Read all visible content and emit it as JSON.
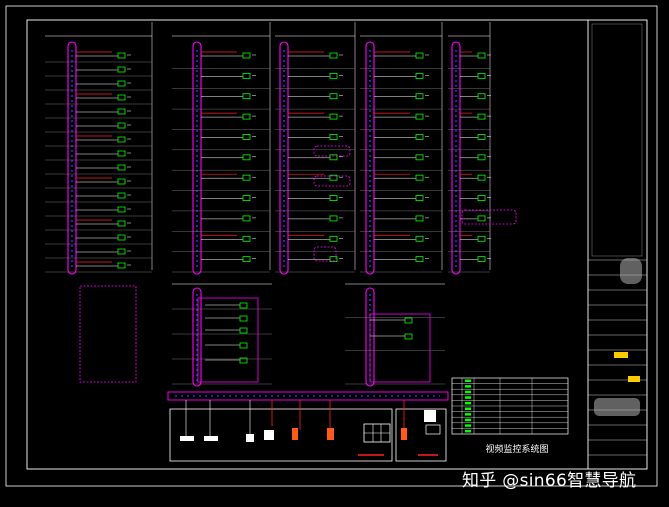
{
  "drawing": {
    "title": "视频监控系统图",
    "colors": {
      "background": "#000000",
      "frame": "#ffffff",
      "riser": "#ff00ff",
      "cable": "#ff2020",
      "equipment": "#00ff00",
      "camera_body": "#ffffff",
      "annotation": "#ffff00",
      "port_marks": "#3040ff"
    },
    "panels": [
      {
        "name": "panel-a",
        "floors": 16
      },
      {
        "name": "panel-b",
        "floors": 11
      },
      {
        "name": "panel-c",
        "floors": 11
      },
      {
        "name": "panel-d",
        "floors": 11
      },
      {
        "name": "panel-e",
        "floors": 11
      }
    ],
    "basement_panels": [
      {
        "name": "basement-left",
        "floors": 4
      },
      {
        "name": "basement-right",
        "floors": 3
      }
    ],
    "legend_rows": 10,
    "title_block_rows": 14
  },
  "watermark": "知乎 @sin66智慧导航"
}
